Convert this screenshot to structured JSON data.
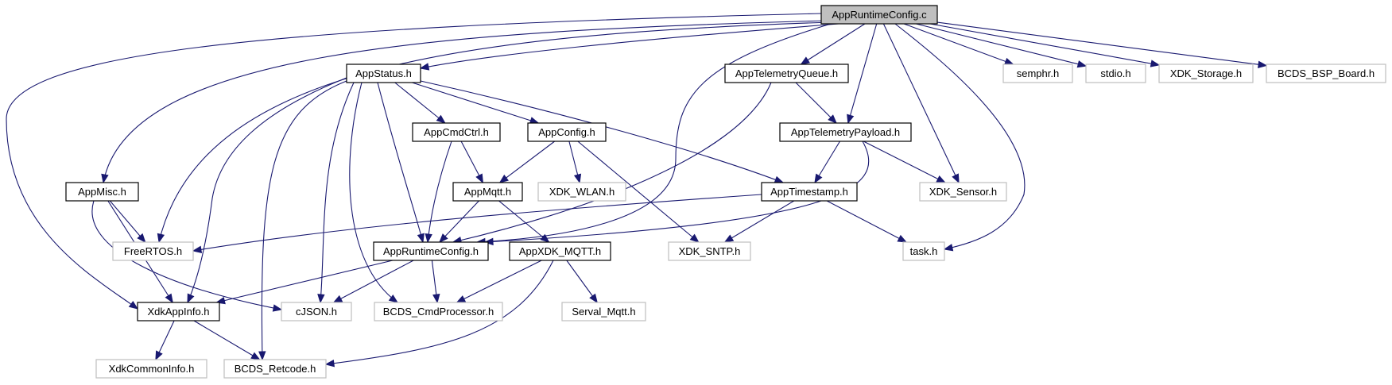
{
  "diagram": {
    "type": "include-dependency-graph",
    "colors": {
      "edge": "#191970",
      "root_fill": "#bfbfbf",
      "project_border": "#000000",
      "external_border": "#bfbfbf"
    },
    "nodes": [
      {
        "id": "root",
        "label": "AppRuntimeConfig.c",
        "kind": "root"
      },
      {
        "id": "appstatus_h",
        "label": "AppStatus.h",
        "kind": "project"
      },
      {
        "id": "apptelemetryqueue_h",
        "label": "AppTelemetryQueue.h",
        "kind": "project"
      },
      {
        "id": "semphr_h",
        "label": "semphr.h",
        "kind": "external"
      },
      {
        "id": "stdio_h",
        "label": "stdio.h",
        "kind": "external"
      },
      {
        "id": "xdk_storage_h",
        "label": "XDK_Storage.h",
        "kind": "external"
      },
      {
        "id": "bcds_bsp_board_h",
        "label": "BCDS_BSP_Board.h",
        "kind": "external"
      },
      {
        "id": "appcmdctrl_h",
        "label": "AppCmdCtrl.h",
        "kind": "project"
      },
      {
        "id": "appconfig_h",
        "label": "AppConfig.h",
        "kind": "project"
      },
      {
        "id": "apptelemetrypayload_h",
        "label": "AppTelemetryPayload.h",
        "kind": "project"
      },
      {
        "id": "appmisc_h",
        "label": "AppMisc.h",
        "kind": "project"
      },
      {
        "id": "appmqtt_h",
        "label": "AppMqtt.h",
        "kind": "project"
      },
      {
        "id": "xdk_wlan_h",
        "label": "XDK_WLAN.h",
        "kind": "external"
      },
      {
        "id": "apptimestamp_h",
        "label": "AppTimestamp.h",
        "kind": "project"
      },
      {
        "id": "xdk_sensor_h",
        "label": "XDK_Sensor.h",
        "kind": "external"
      },
      {
        "id": "freertos_h",
        "label": "FreeRTOS.h",
        "kind": "external"
      },
      {
        "id": "appruntimeconfig_h",
        "label": "AppRuntimeConfig.h",
        "kind": "project"
      },
      {
        "id": "appxdk_mqtt_h",
        "label": "AppXDK_MQTT.h",
        "kind": "project"
      },
      {
        "id": "xdk_sntp_h",
        "label": "XDK_SNTP.h",
        "kind": "external"
      },
      {
        "id": "task_h",
        "label": "task.h",
        "kind": "external"
      },
      {
        "id": "xdkappinfo_h",
        "label": "XdkAppInfo.h",
        "kind": "project"
      },
      {
        "id": "cjson_h",
        "label": "cJSON.h",
        "kind": "external"
      },
      {
        "id": "bcds_cmdprocessor_h",
        "label": "BCDS_CmdProcessor.h",
        "kind": "external"
      },
      {
        "id": "serval_mqtt_h",
        "label": "Serval_Mqtt.h",
        "kind": "external"
      },
      {
        "id": "xdkcommoninfo_h",
        "label": "XdkCommonInfo.h",
        "kind": "external"
      },
      {
        "id": "bcds_retcode_h",
        "label": "BCDS_Retcode.h",
        "kind": "external"
      }
    ],
    "edges": [
      [
        "root",
        "appstatus_h"
      ],
      [
        "root",
        "apptelemetryqueue_h"
      ],
      [
        "root",
        "apptelemetrypayload_h"
      ],
      [
        "root",
        "appmisc_h"
      ],
      [
        "root",
        "xdkappinfo_h"
      ],
      [
        "root",
        "freertos_h"
      ],
      [
        "root",
        "appruntimeconfig_h"
      ],
      [
        "root",
        "semphr_h"
      ],
      [
        "root",
        "stdio_h"
      ],
      [
        "root",
        "xdk_storage_h"
      ],
      [
        "root",
        "bcds_bsp_board_h"
      ],
      [
        "root",
        "xdk_sensor_h"
      ],
      [
        "root",
        "task_h"
      ],
      [
        "appstatus_h",
        "appcmdctrl_h"
      ],
      [
        "appstatus_h",
        "appconfig_h"
      ],
      [
        "appstatus_h",
        "apptimestamp_h"
      ],
      [
        "appstatus_h",
        "appruntimeconfig_h"
      ],
      [
        "appstatus_h",
        "xdkappinfo_h"
      ],
      [
        "appstatus_h",
        "cjson_h"
      ],
      [
        "appstatus_h",
        "bcds_cmdprocessor_h"
      ],
      [
        "appstatus_h",
        "bcds_retcode_h"
      ],
      [
        "apptelemetryqueue_h",
        "apptelemetrypayload_h"
      ],
      [
        "apptelemetryqueue_h",
        "appruntimeconfig_h"
      ],
      [
        "apptelemetrypayload_h",
        "apptimestamp_h"
      ],
      [
        "apptelemetrypayload_h",
        "xdk_sensor_h"
      ],
      [
        "apptelemetrypayload_h",
        "appruntimeconfig_h"
      ],
      [
        "appcmdctrl_h",
        "appmqtt_h"
      ],
      [
        "appcmdctrl_h",
        "appruntimeconfig_h"
      ],
      [
        "appconfig_h",
        "appmqtt_h"
      ],
      [
        "appconfig_h",
        "xdk_wlan_h"
      ],
      [
        "appconfig_h",
        "xdk_sntp_h"
      ],
      [
        "appmisc_h",
        "freertos_h"
      ],
      [
        "appmisc_h",
        "xdkappinfo_h"
      ],
      [
        "appmisc_h",
        "cjson_h"
      ],
      [
        "appmqtt_h",
        "appruntimeconfig_h"
      ],
      [
        "appmqtt_h",
        "appxdk_mqtt_h"
      ],
      [
        "apptimestamp_h",
        "freertos_h"
      ],
      [
        "apptimestamp_h",
        "xdk_sntp_h"
      ],
      [
        "apptimestamp_h",
        "task_h"
      ],
      [
        "appruntimeconfig_h",
        "xdkappinfo_h"
      ],
      [
        "appruntimeconfig_h",
        "cjson_h"
      ],
      [
        "appruntimeconfig_h",
        "bcds_cmdprocessor_h"
      ],
      [
        "appxdk_mqtt_h",
        "bcds_cmdprocessor_h"
      ],
      [
        "appxdk_mqtt_h",
        "serval_mqtt_h"
      ],
      [
        "appxdk_mqtt_h",
        "bcds_retcode_h"
      ],
      [
        "xdkappinfo_h",
        "xdkcommoninfo_h"
      ],
      [
        "xdkappinfo_h",
        "bcds_retcode_h"
      ]
    ]
  }
}
